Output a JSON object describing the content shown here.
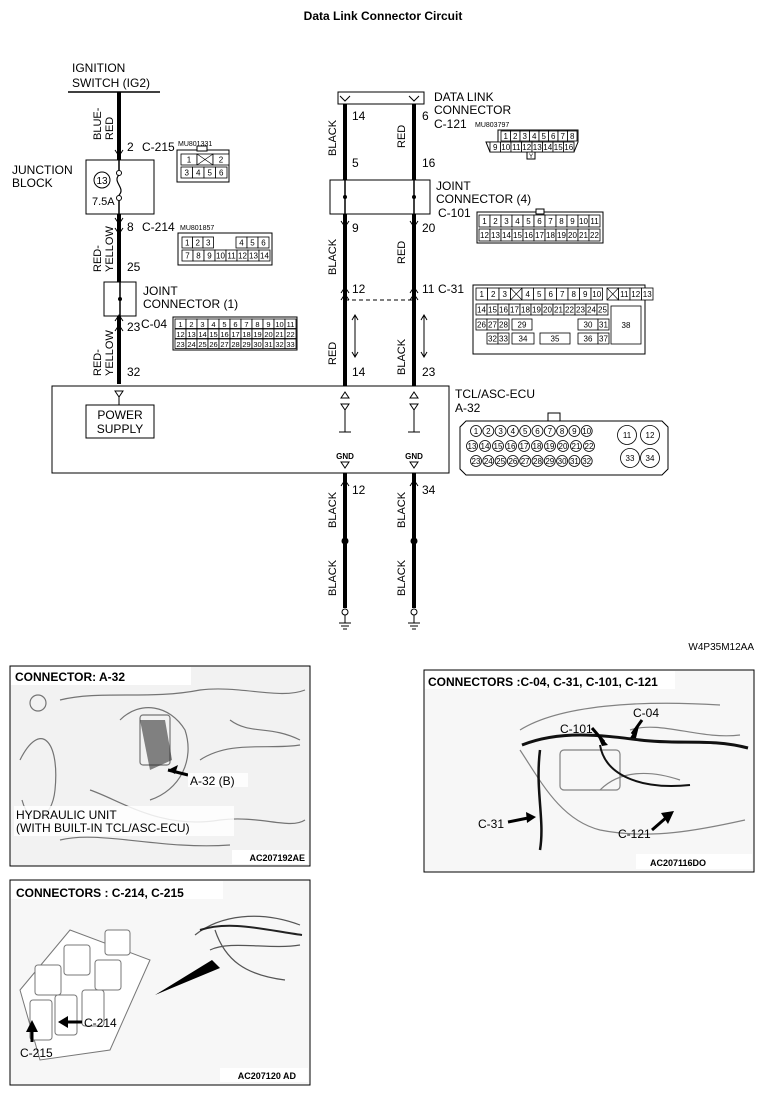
{
  "title": "Data Link Connector Circuit",
  "figure_code": "W4P35M12AA",
  "left": {
    "ign_line1": "IGNITION",
    "ign_line2": "SWITCH (IG2)",
    "wire_blue_red_1": "BLUE-",
    "wire_blue_red_2": "RED",
    "c215_pin": "2",
    "c215_id": "C-215",
    "c215_part": "MU801331",
    "c215_pins": [
      "1",
      "",
      "2",
      "3",
      "4",
      "5",
      "6"
    ],
    "jb_line1": "JUNCTION",
    "jb_line2": "BLOCK",
    "fuse_no": "13",
    "fuse_rating": "7.5A",
    "c214_pin": "8",
    "c214_id": "C-214",
    "c214_part": "MU801857",
    "c214_pins_top": [
      "1",
      "2",
      "3",
      "4",
      "5",
      "6"
    ],
    "c214_pins_bot": [
      "7",
      "8",
      "9",
      "10",
      "11",
      "12",
      "13",
      "14"
    ],
    "wire_red_yellow_1": "RED-",
    "wire_red_yellow_2": "YELLOW",
    "jc1_pin_in": "25",
    "jc1_line1": "JOINT",
    "jc1_line2": "CONNECTOR (1)",
    "jc1_pin_out": "23",
    "c04_id": "C-04",
    "c04_row1": [
      "1",
      "2",
      "3",
      "4",
      "5",
      "6",
      "7",
      "8",
      "9",
      "10",
      "11"
    ],
    "c04_row2": [
      "12",
      "13",
      "14",
      "15",
      "16",
      "17",
      "18",
      "19",
      "20",
      "21",
      "22"
    ],
    "c04_row3": [
      "23",
      "24",
      "25",
      "26",
      "27",
      "28",
      "29",
      "30",
      "31",
      "32",
      "33"
    ],
    "ecu_pin_ps": "32",
    "power_1": "POWER",
    "power_2": "SUPPLY"
  },
  "right": {
    "dlc_line1": "DATA LINK",
    "dlc_line2": "CONNECTOR",
    "dlc_id": "C-121",
    "dlc_part": "MU803797",
    "dlc_row1": [
      "1",
      "2",
      "3",
      "4",
      "5",
      "6",
      "7",
      "8"
    ],
    "dlc_row2": [
      "9",
      "10",
      "11",
      "12",
      "13",
      "14",
      "15",
      "16"
    ],
    "pin14": "14",
    "pin6": "6",
    "pin5": "5",
    "pin16": "16",
    "pin9": "9",
    "pin20": "20",
    "pin12": "12",
    "pin11": "11",
    "pin14b": "14",
    "pin23": "23",
    "wire_black": "BLACK",
    "wire_red": "RED",
    "jc4_line1": "JOINT",
    "jc4_line2": "CONNECTOR (4)",
    "c101_id": "C-101",
    "c101_row1": [
      "1",
      "2",
      "3",
      "4",
      "5",
      "6",
      "7",
      "8",
      "9",
      "10",
      "11"
    ],
    "c101_row2": [
      "12",
      "13",
      "14",
      "15",
      "16",
      "17",
      "18",
      "19",
      "20",
      "21",
      "22"
    ],
    "c31_id": "C-31",
    "c31_row1": [
      "1",
      "2",
      "3",
      "",
      "4",
      "5",
      "6",
      "7",
      "8",
      "9",
      "10",
      "",
      "11",
      "12",
      "13"
    ],
    "c31_row2": [
      "14",
      "15",
      "16",
      "17",
      "18",
      "19",
      "20",
      "21",
      "22",
      "23",
      "24",
      "25"
    ],
    "c31_row3": [
      "26",
      "27",
      "28",
      "29",
      "30",
      "31",
      "38"
    ],
    "c31_row4": [
      "32",
      "33",
      "34",
      "35",
      "36",
      "37"
    ],
    "ecu_name": "TCL/ASC-ECU",
    "ecu_id": "A-32",
    "gnd": "GND",
    "pin_gnd1": "12",
    "pin_gnd2": "34",
    "a32_row1": [
      "1",
      "2",
      "3",
      "4",
      "5",
      "6",
      "7",
      "8",
      "9",
      "10",
      "11",
      "12"
    ],
    "a32_row2": [
      "13",
      "14",
      "15",
      "16",
      "17",
      "18",
      "19",
      "20",
      "21",
      "22"
    ],
    "a32_row3": [
      "23",
      "24",
      "25",
      "26",
      "27",
      "28",
      "29",
      "30",
      "31",
      "32",
      "33",
      "34"
    ]
  },
  "photos": {
    "a32": {
      "title": "CONNECTOR: A-32",
      "callout": "A-32 (B)",
      "desc1": "HYDRAULIC UNIT",
      "desc2": "(WITH BUILT-IN TCL/ASC-ECU)",
      "code": "AC207192AE"
    },
    "c04": {
      "title": "CONNECTORS :C-04, C-31, C-101, C-121",
      "labels": [
        "C-101",
        "C-04",
        "C-31",
        "C-121"
      ],
      "code": "AC207116DO"
    },
    "c214": {
      "title": "CONNECTORS : C-214, C-215",
      "labels": [
        "C-214",
        "C-215"
      ],
      "code": "AC207120 AD"
    }
  }
}
